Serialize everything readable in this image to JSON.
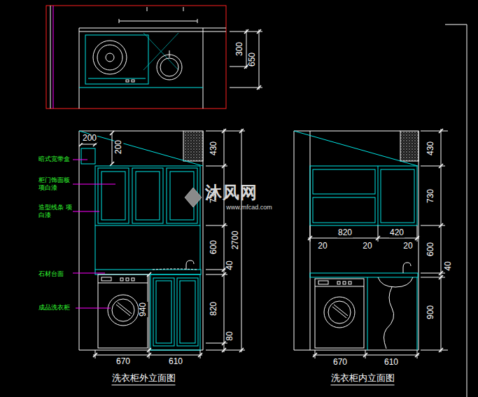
{
  "diagram": {
    "labels": [
      "300",
      "650",
      "200",
      "200",
      "430",
      "暗式宽带盒",
      "柜门饰面板 项白漆",
      "730",
      "造型线条 项白漆",
      "600",
      "2700",
      "石材台面",
      "40",
      "成品洗衣柜",
      "940",
      "820",
      "80",
      "670",
      "610",
      "洗衣柜外立面图",
      "430",
      "730",
      "820",
      "420",
      "20",
      "20",
      "20",
      "600",
      "40",
      "900",
      "670",
      "610",
      "洗衣柜内立面图",
      "沐风网",
      "www.mfcad.com"
    ]
  }
}
